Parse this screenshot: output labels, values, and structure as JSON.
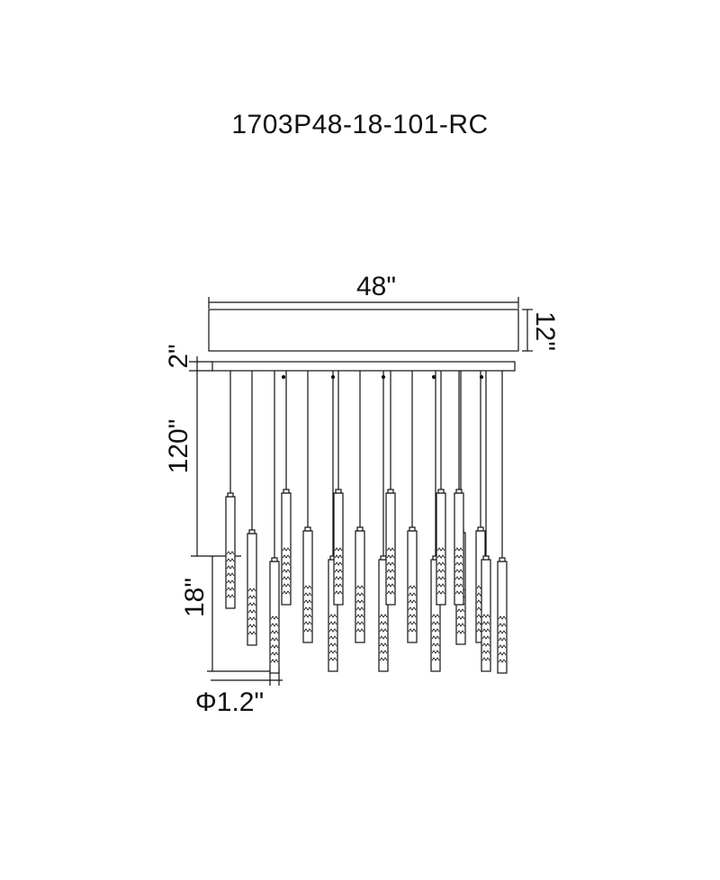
{
  "title": "1703P48-18-101-RC",
  "dimensions": {
    "width": "48\"",
    "canopy_height": "12\"",
    "gap": "2\"",
    "cable_length": "120\"",
    "pendant_length": "18\"",
    "pendant_diameter": "Φ1.2\""
  },
  "colors": {
    "line": "#111111",
    "background": "#ffffff"
  }
}
